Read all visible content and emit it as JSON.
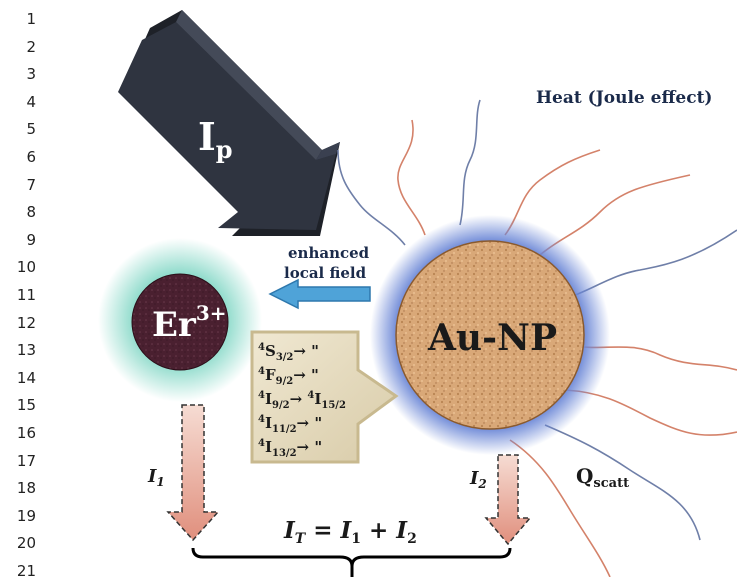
{
  "line_numbers": [
    "1",
    "2",
    "3",
    "4",
    "5",
    "6",
    "7",
    "8",
    "9",
    "10",
    "11",
    "12",
    "13",
    "14",
    "15",
    "16",
    "17",
    "18",
    "19",
    "20",
    "21"
  ],
  "labels": {
    "pump_main": "I",
    "pump_sub": "p",
    "heat": "Heat (Joule effect)",
    "enhanced_1": "enhanced",
    "enhanced_2": "local field",
    "er_main": "Er",
    "er_sup": "3+",
    "aunp": "Au-NP",
    "q_main": "Q",
    "q_sub": "scatt",
    "i1_main": "I",
    "i1_sub": "1",
    "i2_main": "I",
    "i2_sub": "2",
    "eq_lhs_main": "I",
    "eq_lhs_sub": "T",
    "eq_eq": " = ",
    "eq_t1_main": "I",
    "eq_t1_sub": "1",
    "eq_plus": " + ",
    "eq_t2_main": "I",
    "eq_t2_sub": "2"
  },
  "transitions": [
    {
      "sup": "4",
      "term": "S",
      "sub": "3/2",
      "tail": "→ \""
    },
    {
      "sup": "4",
      "term": "F",
      "sub": "9/2",
      "tail": "→ \""
    },
    {
      "sup": "4",
      "term": "I",
      "sub": "9/2",
      "tail": "→ ",
      "sup2": "4",
      "term2": "I",
      "sub2": "15/2"
    },
    {
      "sup": "4",
      "term": "I",
      "sub": "11/2",
      "tail": "→ \""
    },
    {
      "sup": "4",
      "term": "I",
      "sub": "13/2",
      "tail": "→ \""
    }
  ],
  "colors": {
    "pump_arrow": "#2f3440",
    "er_particle": "#4a2030",
    "er_glow": "#7fd6c4",
    "au_particle": "#d9a878",
    "au_glow": "#6a86d6",
    "local_field_arrow": "#4fa3d8",
    "transition_box": "#e6dcc1",
    "heat_blue": "#6f7fa8",
    "heat_red": "#d4826a",
    "emission_arrow": "#e9a899"
  }
}
